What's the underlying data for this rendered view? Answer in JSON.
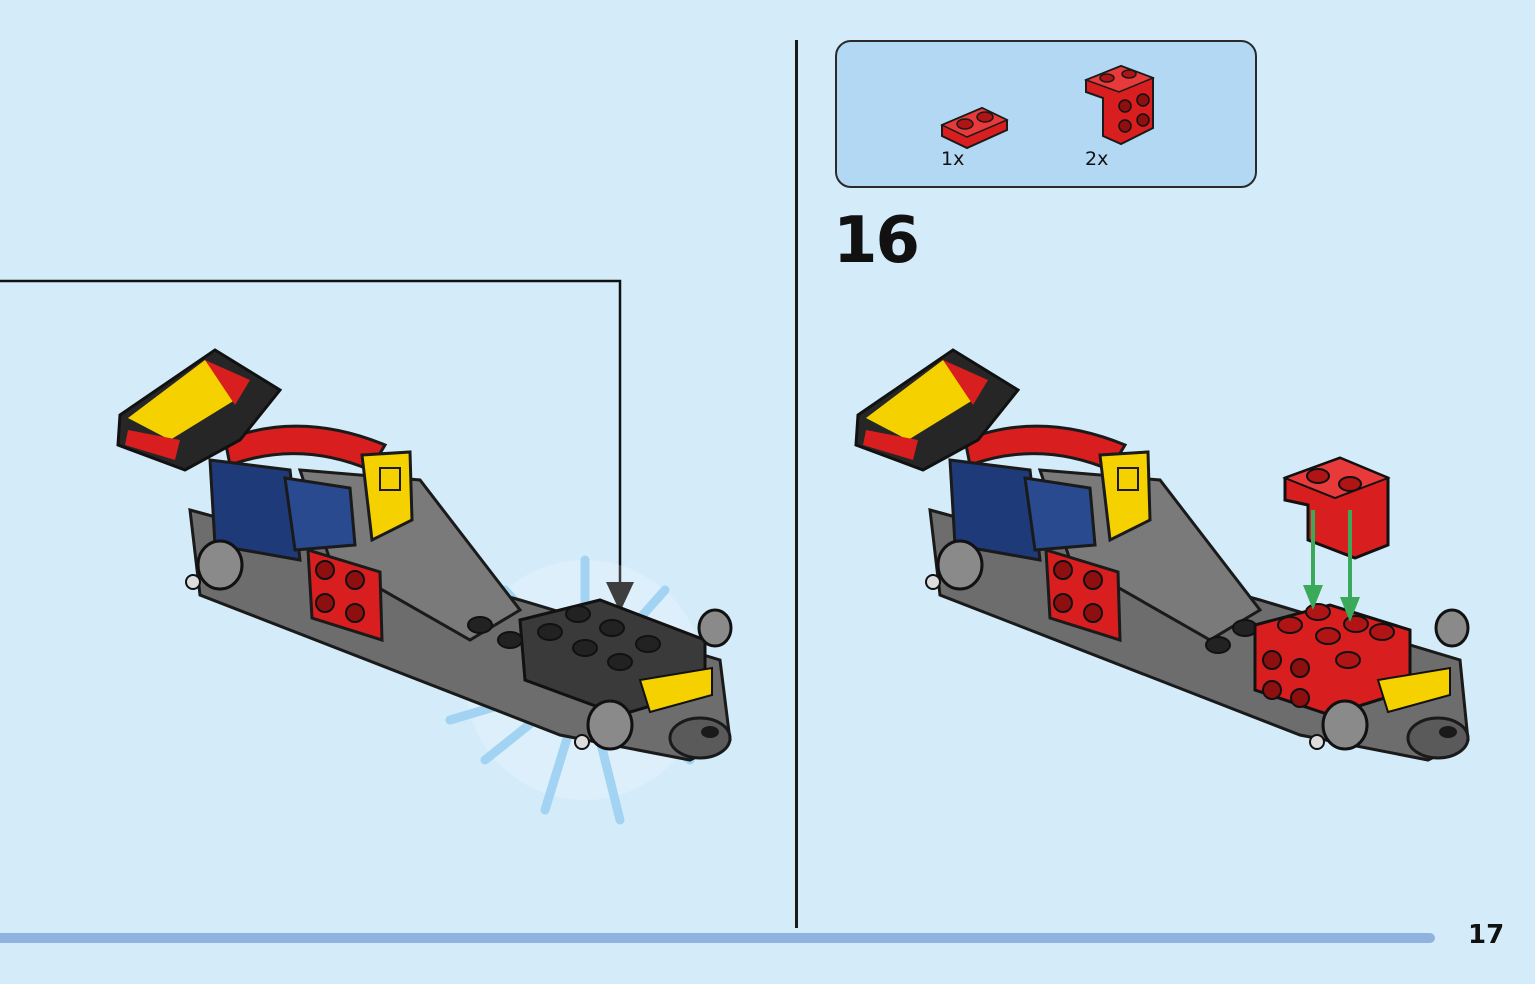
{
  "parts_list": {
    "items": [
      {
        "quantity": "1x",
        "icon": "red-plate-1x2-icon",
        "color": "#d81e1e"
      },
      {
        "quantity": "2x",
        "icon": "red-bracket-1x2-2x2-icon",
        "color": "#d81e1e"
      }
    ]
  },
  "step": {
    "number": "16"
  },
  "footer": {
    "page_number": "17",
    "progress": 0.935
  },
  "colors": {
    "background": "#d4ecfa",
    "parts_box": "#b3d8f4",
    "progress": "#8fb3de",
    "red": "#d81e1e",
    "yellow": "#f5d100",
    "blue": "#1e3a78",
    "gray": "#6d6d6d",
    "dark": "#262626",
    "arrow_green": "#3aa95a"
  }
}
